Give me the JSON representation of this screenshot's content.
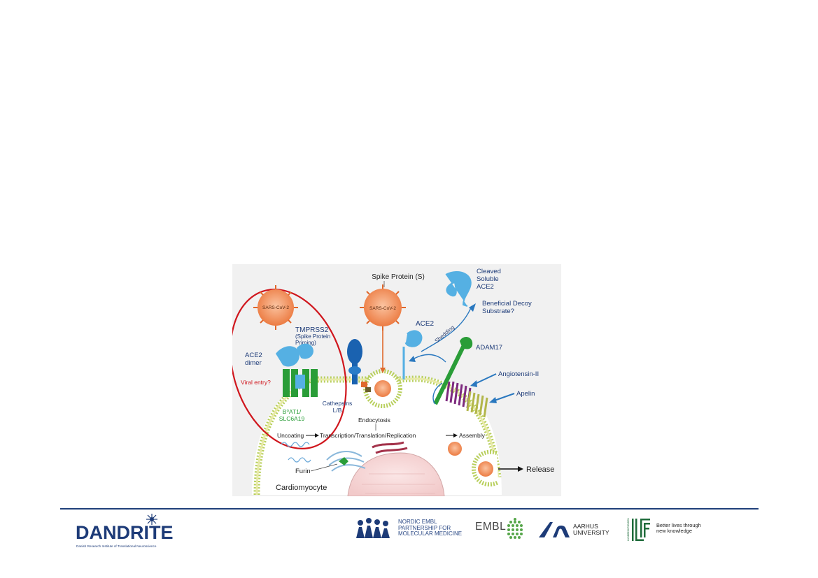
{
  "figure": {
    "virus_label": "SARS-CoV-2",
    "spike_label": "Spike Protein (S)",
    "cleaved_label": "Cleaved\nSoluble\nACE2",
    "decoy_label": "Beneficial Decoy\nSubstrate?",
    "tmprss2_label": "TMPRSS2",
    "tmprss2_sub": "(Spike Protein\nPriming)",
    "ace2_label": "ACE2",
    "shedding_label": "Shedding",
    "adam17_label": "ADAM17",
    "angiotensin_label": "Angiotensin-II",
    "apelin_label": "Apelin",
    "ace2_dimer_label": "ACE2\ndimer",
    "viral_entry_label": "Viral entry?",
    "b0at1_label": "B⁰AT1/\nSLC6A19",
    "cathepsins_label": "Cathepsins\nL/B",
    "endocytosis_label": "Endocytosis",
    "uncoating_label": "Uncoating",
    "transcription_label": "Transcription/Translation/Replication",
    "assembly_label": "Assembly",
    "furin_label": "Furin",
    "release_label": "Release",
    "cell_label": "Cardiomyocyte"
  },
  "footer": {
    "dandrite_name": "DANDRITE",
    "dandrite_sub": "Danish Research Institute of Translational Neuroscience",
    "nordic_text": "NORDIC EMBL\nPARTNERSHIP FOR\nMOLECULAR MEDICINE",
    "embl_text": "EMBL",
    "aarhus_text": "AARHUS\nUNIVERSITY",
    "lf_text": "Better lives through\nnew knowledge",
    "lf_vertical": "LUNDBECKFONDEN"
  },
  "colors": {
    "accent_blue": "#1d3b78",
    "virus_orange": "#f0915a",
    "ace2_blue": "#55b0e3",
    "highlight_red": "#d0161d",
    "green": "#2a9d38",
    "purple": "#7d2a7e"
  }
}
